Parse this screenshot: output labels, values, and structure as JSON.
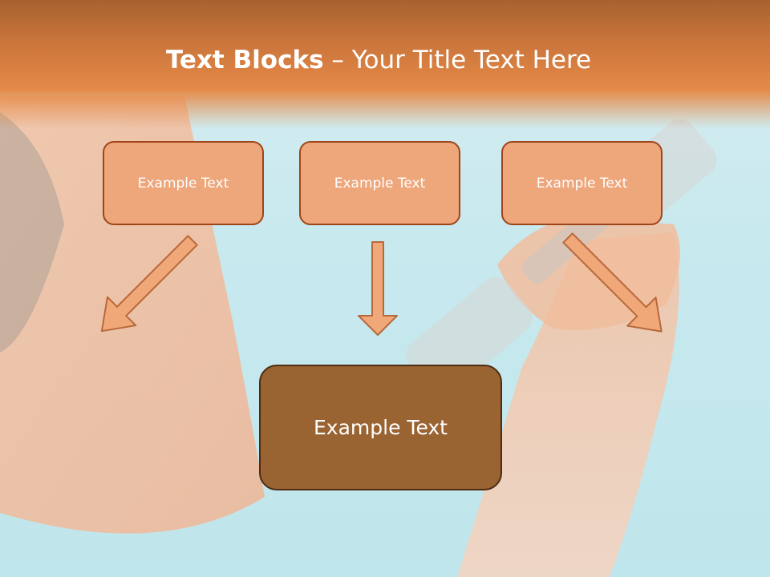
{
  "slide": {
    "title_bold": "Text Blocks",
    "title_dash": " – ",
    "title_rest": "Your Title Text Here"
  },
  "blocks": [
    {
      "text": "Example Text"
    },
    {
      "text": "Example Text"
    },
    {
      "text": "Example Text"
    }
  ],
  "main_block": {
    "text": "Example Text"
  },
  "colors": {
    "header": "#e58a48",
    "box_fill": "#eea67b",
    "box_border": "#a0451a",
    "main_fill": "#9a6332",
    "arrow_fill": "#f0a878"
  }
}
